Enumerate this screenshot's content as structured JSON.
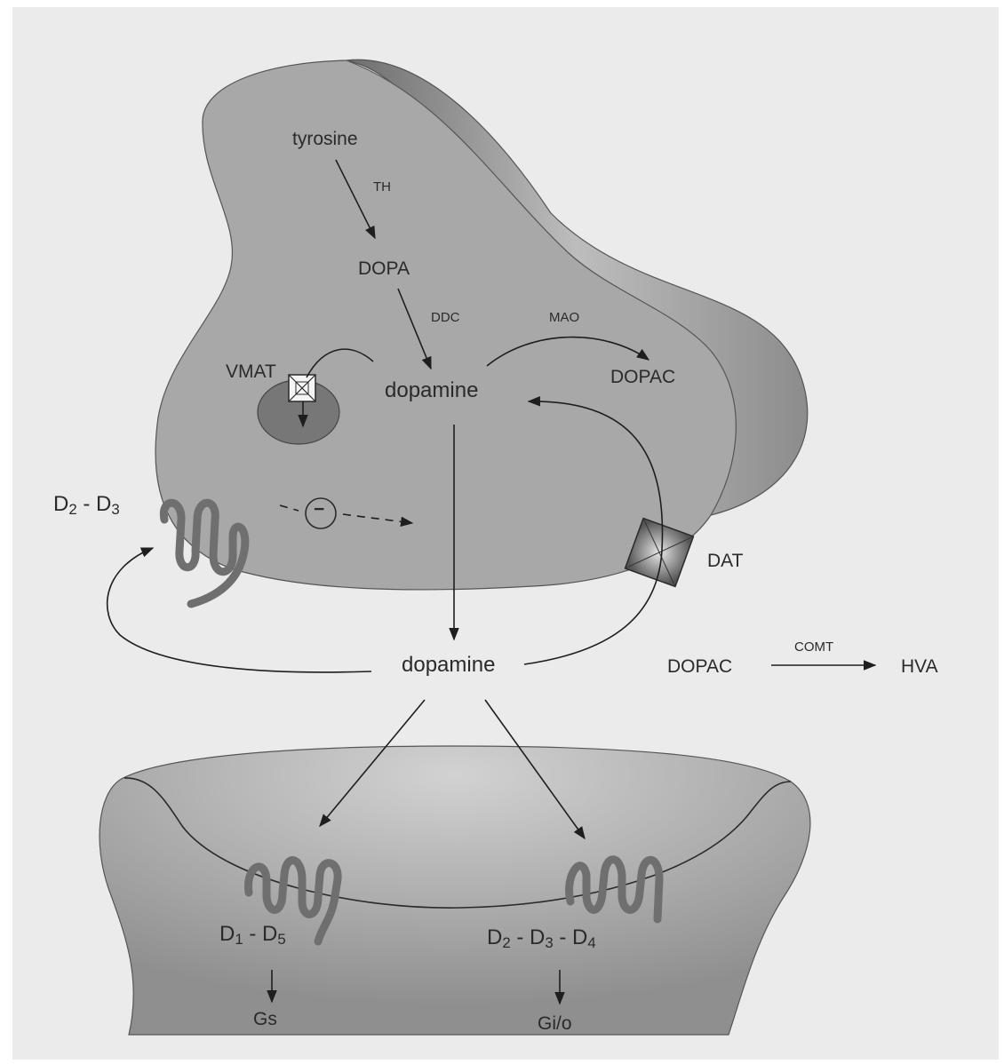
{
  "presynaptic": {
    "tyrosine": "tyrosine",
    "th": "TH",
    "dopa": "DOPA",
    "ddc": "DDC",
    "mao": "MAO",
    "dopac": "DOPAC",
    "vmat": "VMAT",
    "dopamine": "dopamine",
    "inhibit_symbol": "−",
    "autoreceptor": {
      "a": "D",
      "a_sub": "2",
      "sep": " - ",
      "b": "D",
      "b_sub": "3"
    },
    "dat": "DAT"
  },
  "synapse": {
    "dopamine": "dopamine",
    "dopac": "DOPAC",
    "comt": "COMT",
    "hva": "HVA"
  },
  "postsynaptic": {
    "d1_label": {
      "a": "D",
      "a_sub": "1",
      "sep": " - ",
      "b": "D",
      "b_sub": "5"
    },
    "d2_label": {
      "a": "D",
      "a_sub": "2",
      "sep1": " - ",
      "b": "D",
      "b_sub": "3",
      "sep2": " - ",
      "c": "D",
      "c_sub": "4"
    },
    "gs": "Gs",
    "gio": "Gi/o"
  },
  "colors": {
    "page": "#ebebeb",
    "cell": "#a9a9a9",
    "cell_side": "#8a8a8a",
    "vesicle": "#777777",
    "receptor": "#6f6f6f",
    "ink": "#1e1e1e"
  }
}
